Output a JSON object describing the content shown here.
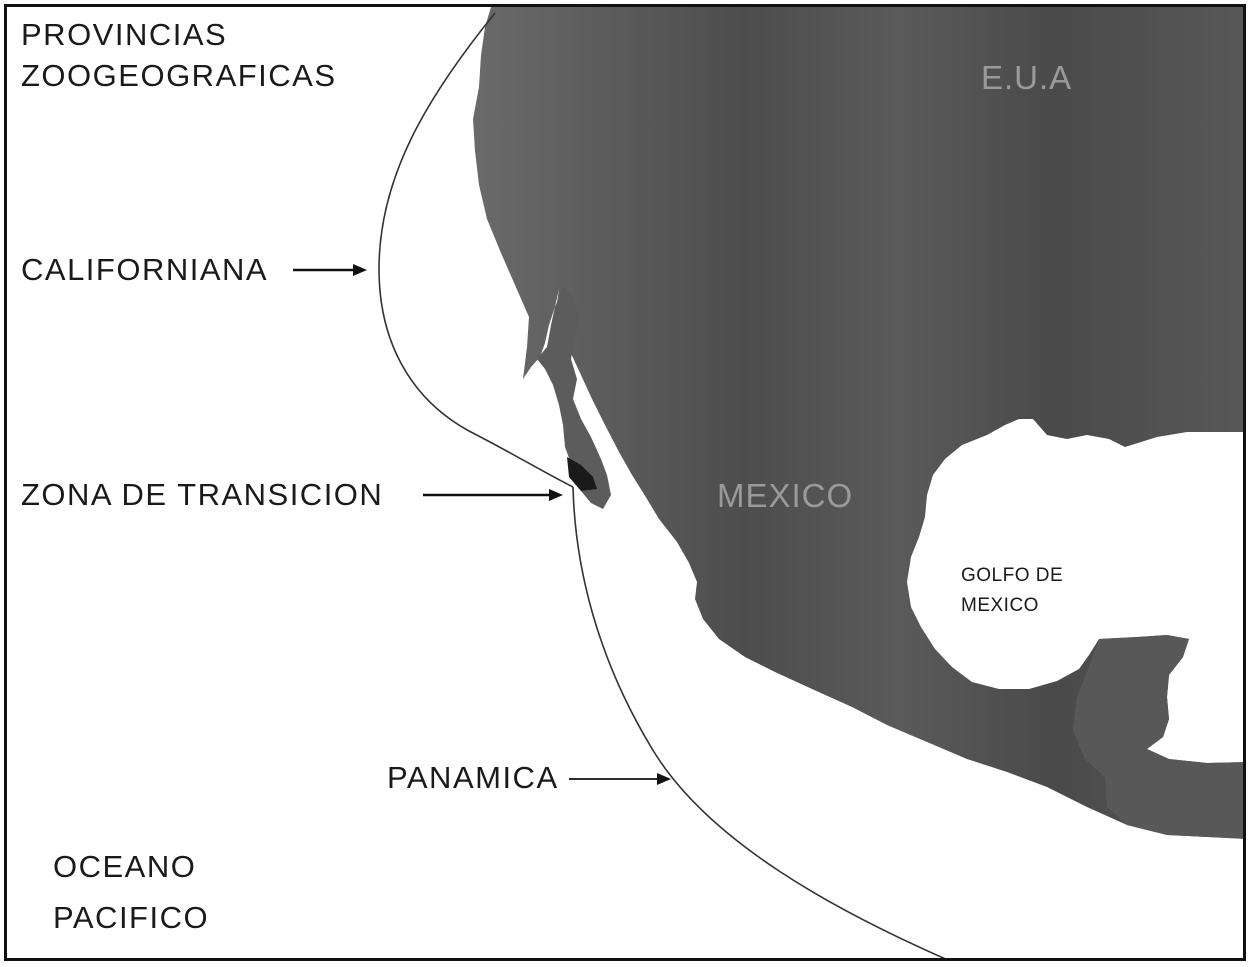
{
  "title": {
    "line1": "PROVINCIAS",
    "line2": "ZOOGEOGRAFICAS"
  },
  "provinces": {
    "californiana": "CALIFORNIANA",
    "zona_transicion": "ZONA DE TRANSICION",
    "panamica": "PANAMICA"
  },
  "places": {
    "eua": "E.U.A",
    "mexico": "MEXICO",
    "golfo_line1": "GOLFO DE",
    "golfo_line2": "MEXICO",
    "oceano_line1": "OCEANO",
    "oceano_line2": "PACIFICO"
  },
  "colors": {
    "land": "#5e5e5e",
    "land_dark": "#3f3f3f",
    "transition_zone": "#1a1a1a",
    "boundary_line": "#333333",
    "background": "#ffffff"
  }
}
